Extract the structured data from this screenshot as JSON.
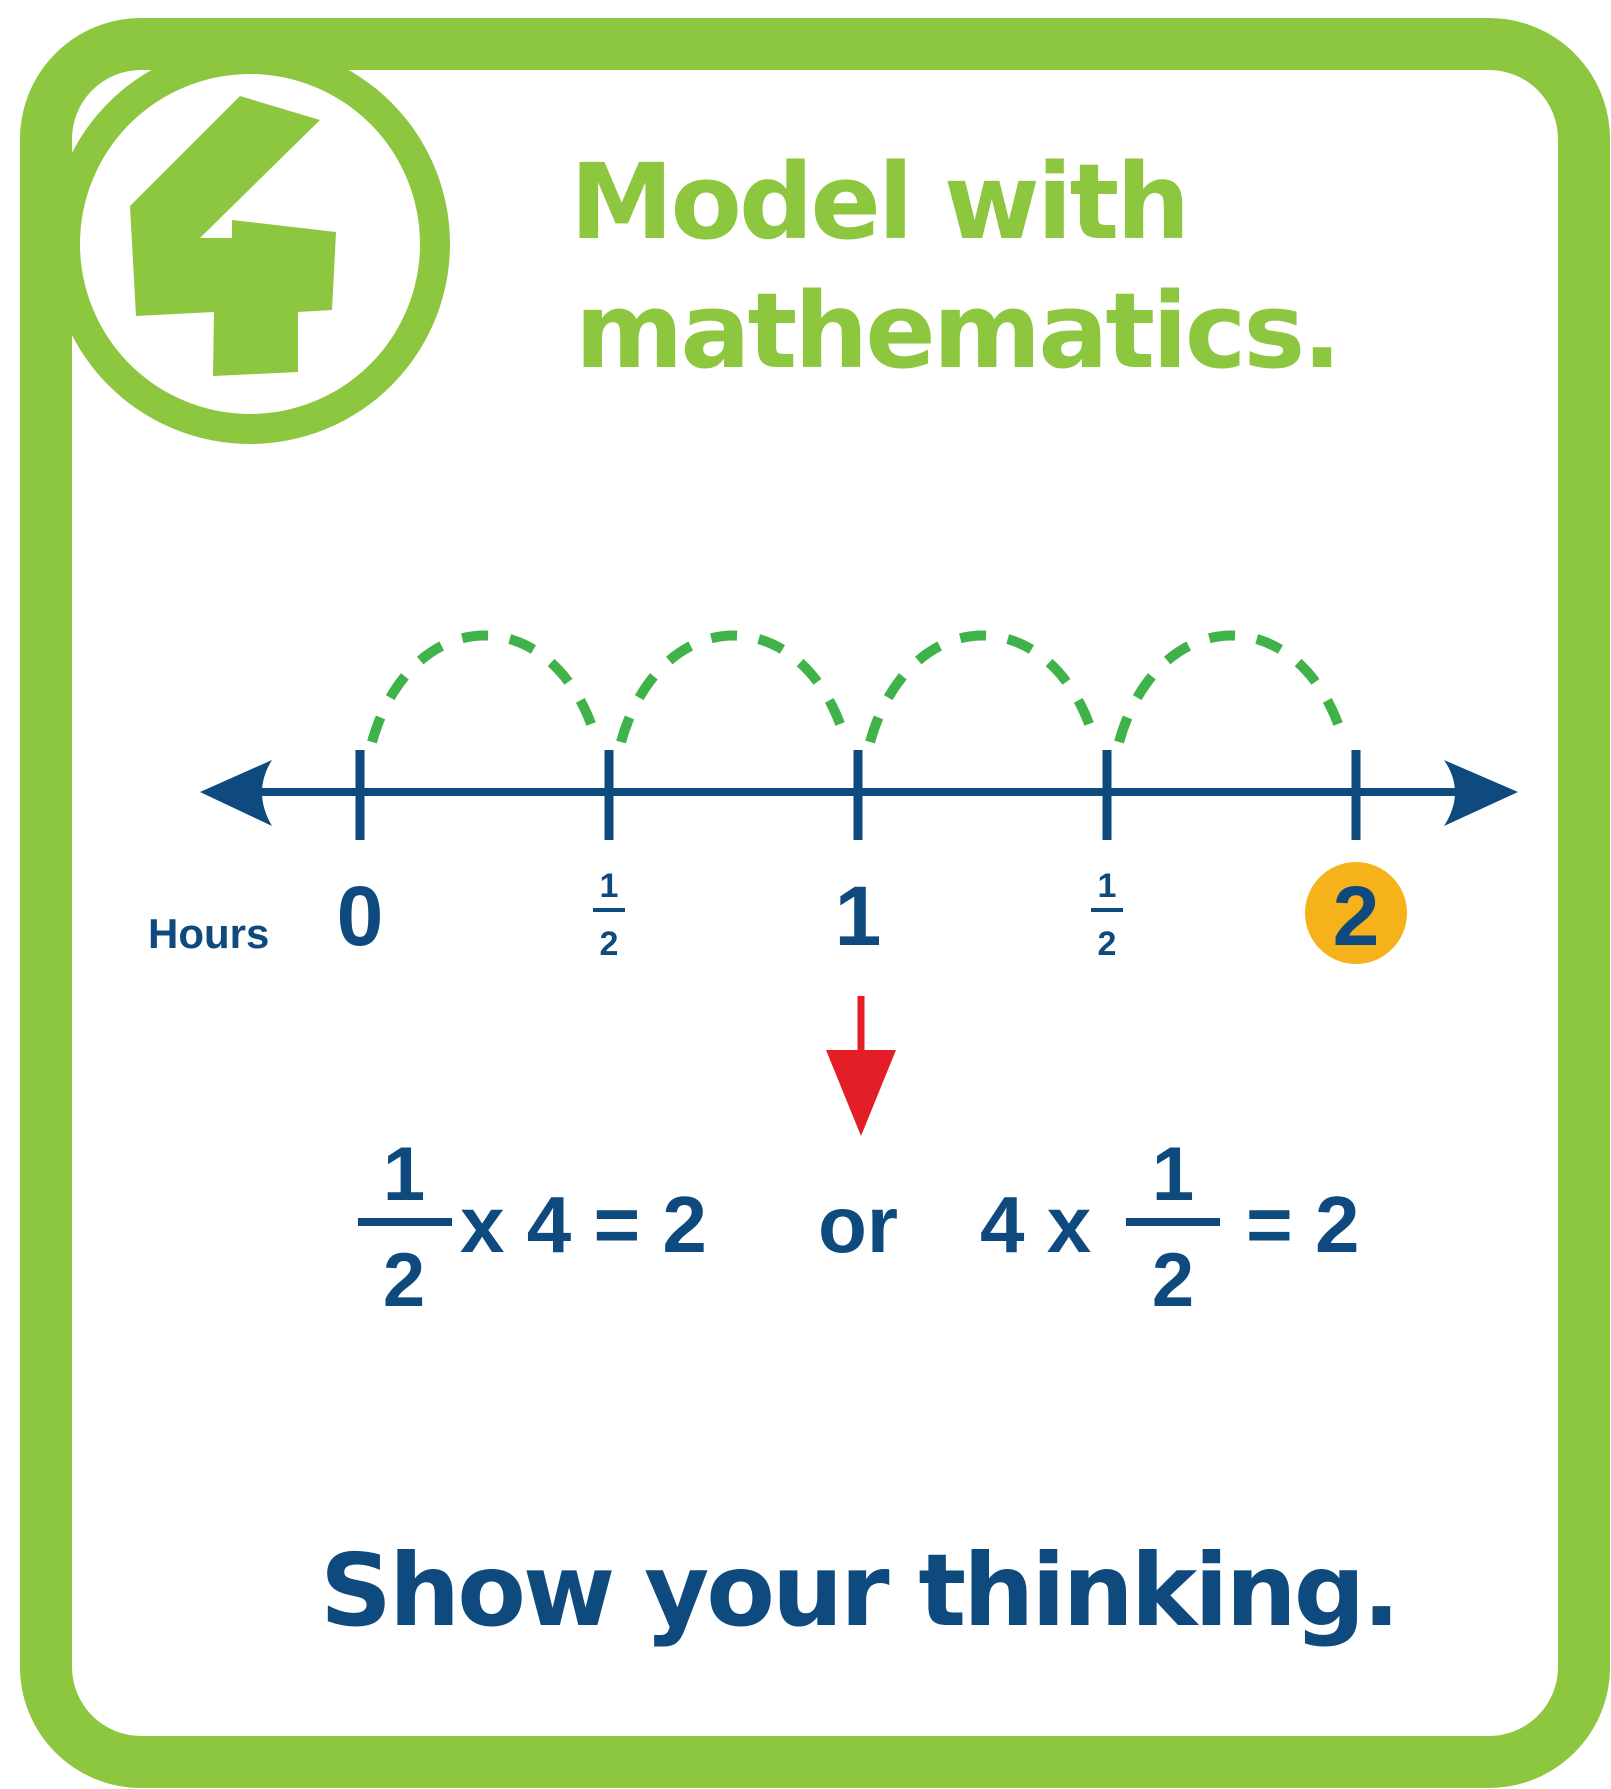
{
  "poster": {
    "number": "4",
    "title_line1": "Model with",
    "title_line2": "mathematics.",
    "tagline": "Show your thinking.",
    "colors": {
      "frame": "#8dc63f",
      "title": "#8dc63f",
      "ink": "#0e4a7e",
      "arc": "#3fb34a",
      "highlight": "#f6b21b",
      "arrow": "#e41e26"
    }
  },
  "number_line": {
    "axis_label": "Hours",
    "ticks": [
      {
        "value": 0,
        "kind": "whole",
        "text": "0"
      },
      {
        "value": 0.5,
        "kind": "fraction",
        "numerator": "1",
        "denominator": "2"
      },
      {
        "value": 1,
        "kind": "whole",
        "text": "1"
      },
      {
        "value": 1.5,
        "kind": "fraction",
        "numerator": "1",
        "denominator": "2"
      },
      {
        "value": 2,
        "kind": "whole",
        "text": "2",
        "highlighted": true
      }
    ],
    "jumps": [
      {
        "from": 0,
        "to": 0.5
      },
      {
        "from": 0.5,
        "to": 1
      },
      {
        "from": 1,
        "to": 1.5
      },
      {
        "from": 1.5,
        "to": 2
      }
    ]
  },
  "equation": {
    "left": {
      "numerator": "1",
      "denominator": "2",
      "rest": "x 4 = 2"
    },
    "joiner": "or",
    "right": {
      "prefix": "4 x",
      "numerator": "1",
      "denominator": "2",
      "rest": "= 2"
    }
  }
}
